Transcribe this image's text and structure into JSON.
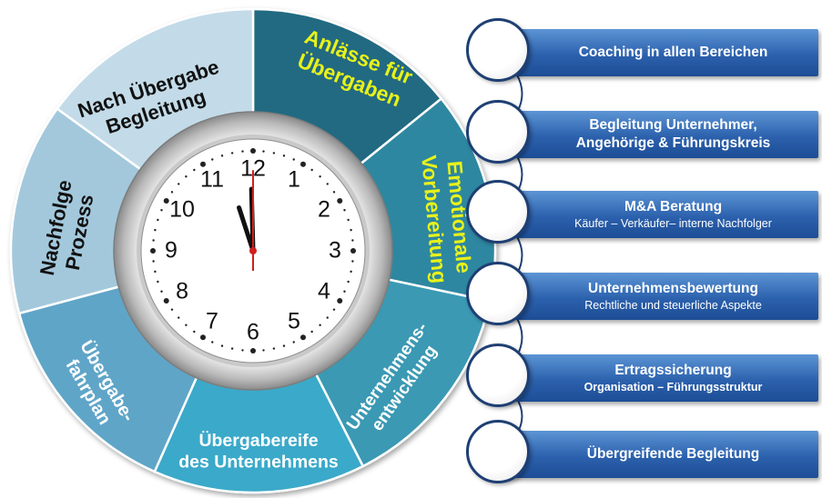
{
  "segments": [
    {
      "name": "anlaesse",
      "lines": [
        "Anlässe für",
        "Übergaben"
      ],
      "color": "#246a82",
      "text_color": "#e8f21a"
    },
    {
      "name": "emotionale",
      "lines": [
        "Emotionale",
        "Vorbereitung"
      ],
      "color": "#2e87a0",
      "text_color": "#e8f21a"
    },
    {
      "name": "unternehmensentwicklung",
      "lines": [
        "Unternehmens-",
        "entwicklung"
      ],
      "color": "#3b99b3",
      "text_color": "#ffffff"
    },
    {
      "name": "uebergabereife",
      "lines": [
        "Übergabereife",
        "des Unternehmens"
      ],
      "color": "#3aa9c9",
      "text_color": "#ffffff"
    },
    {
      "name": "fahrplan",
      "lines": [
        "Übergabe-",
        "fahrplan"
      ],
      "color": "#5ea5c8",
      "text_color": "#ffffff"
    },
    {
      "name": "nachfolge",
      "lines": [
        "Nachfolge",
        "Prozess"
      ],
      "color": "#a3c8dc",
      "text_color": "#111111"
    },
    {
      "name": "nach-uebergabe",
      "lines": [
        "Nach Übergabe",
        "Begleitung"
      ],
      "color": "#c3dbe8",
      "text_color": "#111111"
    }
  ],
  "clock": {
    "numbers": [
      "12",
      "1",
      "2",
      "3",
      "4",
      "5",
      "6",
      "7",
      "8",
      "9",
      "10",
      "11"
    ],
    "time": "11:57"
  },
  "items": [
    {
      "title": "Coaching in allen Bereichen",
      "sub": "",
      "sub_bold": false
    },
    {
      "title": "Begleitung Unternehmer,",
      "title2": "Angehörige & Führungskreis",
      "sub": "",
      "sub_bold": false
    },
    {
      "title": "M&A Beratung",
      "sub": "Käufer – Verkäufer– interne Nachfolger",
      "sub_bold": false
    },
    {
      "title": "Unternehmensbewertung",
      "sub": "Rechtliche und steuerliche Aspekte",
      "sub_bold": false
    },
    {
      "title": "Ertragssicherung",
      "sub": "Organisation – Führungsstruktur",
      "sub_bold": true
    },
    {
      "title": "Übergreifende Begleitung",
      "sub": "",
      "sub_bold": false
    }
  ],
  "colors": {
    "bar": "#2c61ad",
    "connector": "#1e3f73"
  }
}
